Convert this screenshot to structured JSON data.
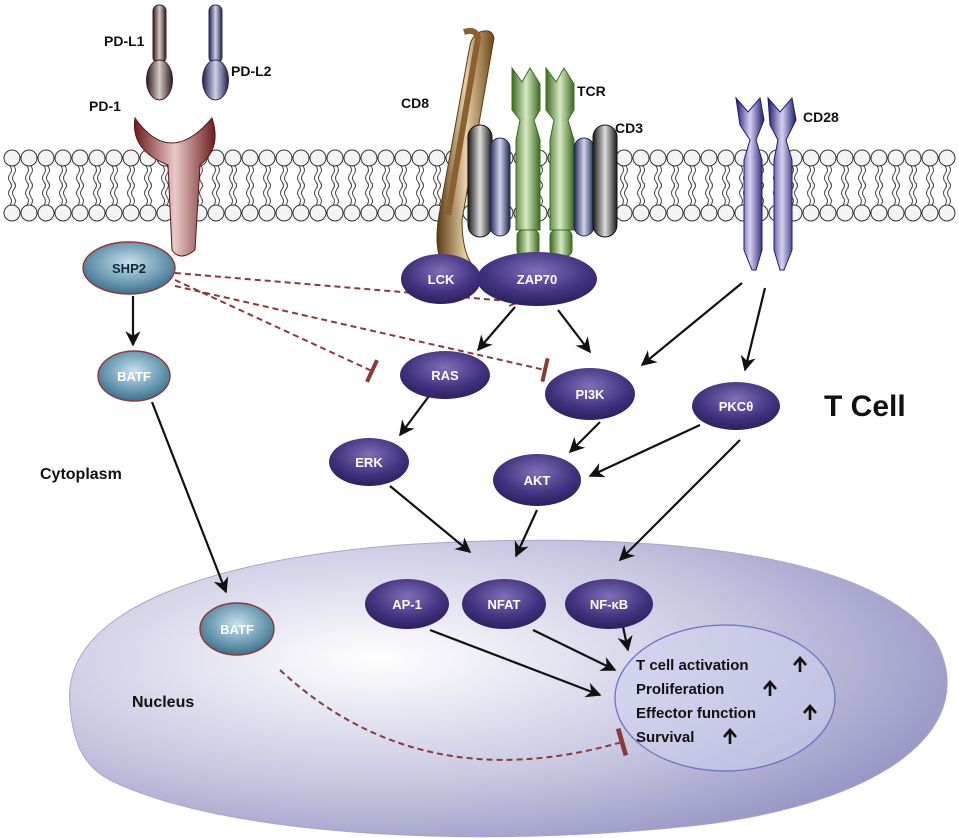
{
  "labels": {
    "pdl1": "PD-L1",
    "pdl2": "PD-L2",
    "pd1": "PD-1",
    "cd8": "CD8",
    "tcr": "TCR",
    "cd3": "CD3",
    "cd28": "CD28",
    "cytoplasm": "Cytoplasm",
    "nucleus": "Nucleus",
    "tcell": "T Cell"
  },
  "nodes": {
    "shp2": "SHP2",
    "batf_cyto": "BATF",
    "batf_nuc": "BATF",
    "lck": "LCK",
    "zap70": "ZAP70",
    "ras": "RAS",
    "pi3k": "PI3K",
    "pkc": "PKCθ",
    "erk": "ERK",
    "akt": "AKT",
    "ap1": "AP-1",
    "nfat": "NFAT",
    "nfkb": "NF-κB"
  },
  "outcomes": [
    {
      "text": "T cell activation",
      "arrow": "up"
    },
    {
      "text": "Proliferation",
      "arrow": "up"
    },
    {
      "text": "Effector function",
      "arrow": "up"
    },
    {
      "text": "Survival",
      "arrow": "up"
    }
  ],
  "colors": {
    "signaling_node": "#3f2f78",
    "batf_shp2_node": "#4d7d98",
    "inhibition": "#8a3a3a",
    "activation": "#111111",
    "nucleus": "#b8b6d6",
    "membrane": "#f4f4f4"
  },
  "icons": {
    "up_arrow": "arrow-up-icon"
  }
}
